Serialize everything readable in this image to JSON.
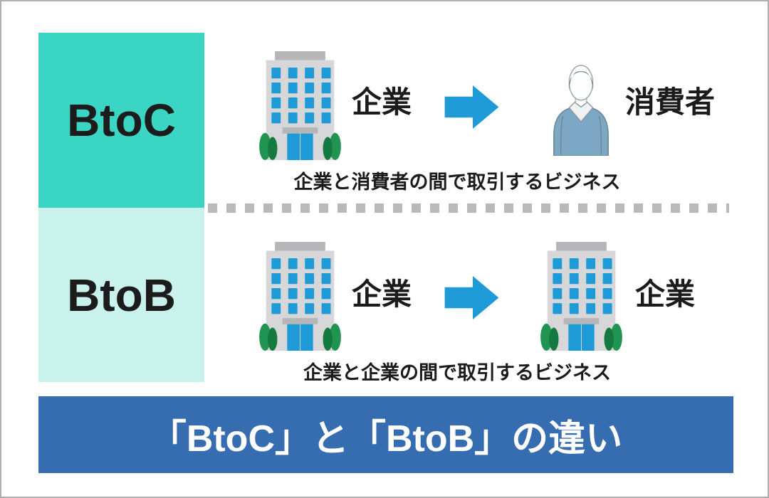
{
  "colors": {
    "canvas_border": "#b0b0b0",
    "background": "#ffffff",
    "btoc_box": "#3bd5c3",
    "btob_box": "#c9f2ec",
    "arrow_blue": "#1e9bd6",
    "window_blue": "#1e9bd6",
    "building_body_gray": "#d7d7d9",
    "building_roof_gray": "#b6b6b8",
    "bush_green": "#1f9551",
    "bush_green_dark": "#157a40",
    "divider_gray": "#b9b9b9",
    "footer_bg": "#366cb0",
    "footer_text": "#ffffff",
    "text_black": "#1b1b1b",
    "person_hair": "#5c7e84",
    "person_sweater": "#7da8c5"
  },
  "rows": [
    {
      "category": "BtoC",
      "source_icon": "building-icon",
      "source_label": "企業",
      "target_icon": "person-icon",
      "target_label": "消費者",
      "caption": "企業と消費者の間で取引するビジネス"
    },
    {
      "category": "BtoB",
      "source_icon": "building-icon",
      "source_label": "企業",
      "target_icon": "building-icon",
      "target_label": "企業",
      "caption": "企業と企業の間で取引するビジネス"
    }
  ],
  "footer": {
    "title": "「BtoC」と「BtoB」の違い"
  }
}
